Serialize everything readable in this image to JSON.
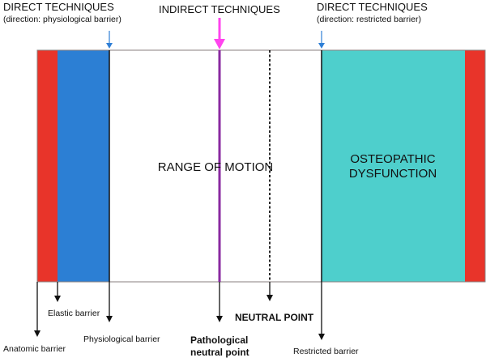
{
  "labels": {
    "direct_left_title": "DIRECT TECHNIQUES",
    "direct_left_sub": "(direction: physiological barrier)",
    "indirect_title": "INDIRECT TECHNIQUES",
    "direct_right_title": "DIRECT TECHNIQUES",
    "direct_right_sub": "(direction: restricted barrier)",
    "range_of_motion": "RANGE OF MOTION",
    "dysfunction_line1": "OSTEOPATHIC",
    "dysfunction_line2": "DYSFUNCTION",
    "elastic_barrier": "Elastic barrier",
    "anatomic_barrier": "Anatomic barrier",
    "physiological_barrier": "Physiological barrier",
    "neutral_point": "NEUTRAL POINT",
    "pathological_line1": "Pathological",
    "pathological_line2": "neutral point",
    "restricted_barrier": "Restricted barrier"
  },
  "colors": {
    "anatomic_band": "#e8342a",
    "elastic_band": "#2c7fd4",
    "dysfunction_band": "#4ecfcc",
    "indirect_line": "#8a2aa0",
    "indirect_arrow": "#ff44ee",
    "direct_arrow": "#2f7fd6",
    "outline": "#222222"
  }
}
